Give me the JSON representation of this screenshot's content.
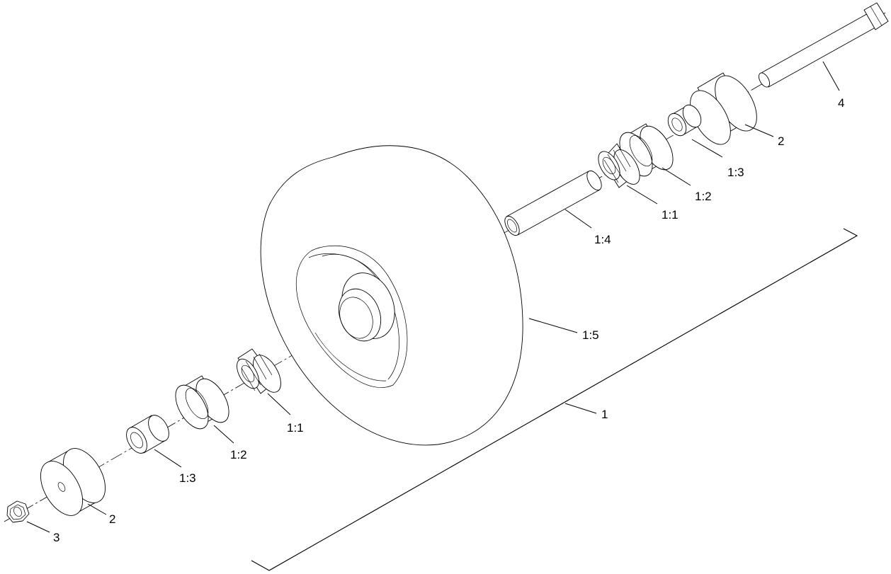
{
  "colors": {
    "line": "#000000",
    "background": "#ffffff"
  },
  "callouts": [
    {
      "id": "assembly",
      "text": "1"
    },
    {
      "id": "bearing-cone-bottom",
      "text": "1:1"
    },
    {
      "id": "bearing-cup-bottom",
      "text": "1:2"
    },
    {
      "id": "spacer-bottom",
      "text": "1:3"
    },
    {
      "id": "bearing-cone-top",
      "text": "1:1"
    },
    {
      "id": "bearing-cup-top",
      "text": "1:2"
    },
    {
      "id": "spacer-top",
      "text": "1:3"
    },
    {
      "id": "spacer-tube",
      "text": "1:4"
    },
    {
      "id": "tire",
      "text": "1:5"
    },
    {
      "id": "cap-bottom",
      "text": "2"
    },
    {
      "id": "cap-top",
      "text": "2"
    },
    {
      "id": "nut",
      "text": "3"
    },
    {
      "id": "bolt",
      "text": "4"
    }
  ]
}
